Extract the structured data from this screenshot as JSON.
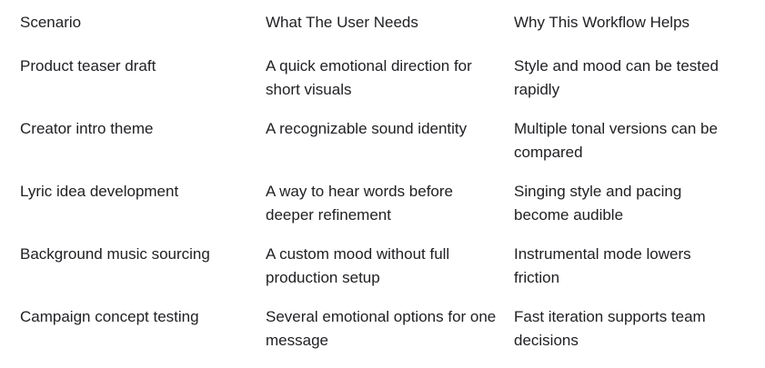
{
  "table": {
    "columns": [
      "Scenario",
      "What The User Needs",
      "Why This Workflow Helps"
    ],
    "rows": [
      {
        "scenario": "Product teaser draft",
        "needs": "A quick emotional direction for short visuals",
        "helps": "Style and mood can be tested rapidly"
      },
      {
        "scenario": "Creator intro theme",
        "needs": "A recognizable sound identity",
        "helps": "Multiple tonal versions can be compared"
      },
      {
        "scenario": "Lyric idea development",
        "needs": "A way to hear words before deeper refinement",
        "helps": "Singing style and pacing become audible"
      },
      {
        "scenario": "Background music sourcing",
        "needs": "A custom mood without full production setup",
        "helps": "Instrumental mode lowers friction"
      },
      {
        "scenario": "Campaign concept testing",
        "needs": "Several emotional options for one message",
        "helps": "Fast iteration supports team decisions"
      }
    ]
  },
  "colors": {
    "text": "#202124",
    "background": "#ffffff"
  }
}
